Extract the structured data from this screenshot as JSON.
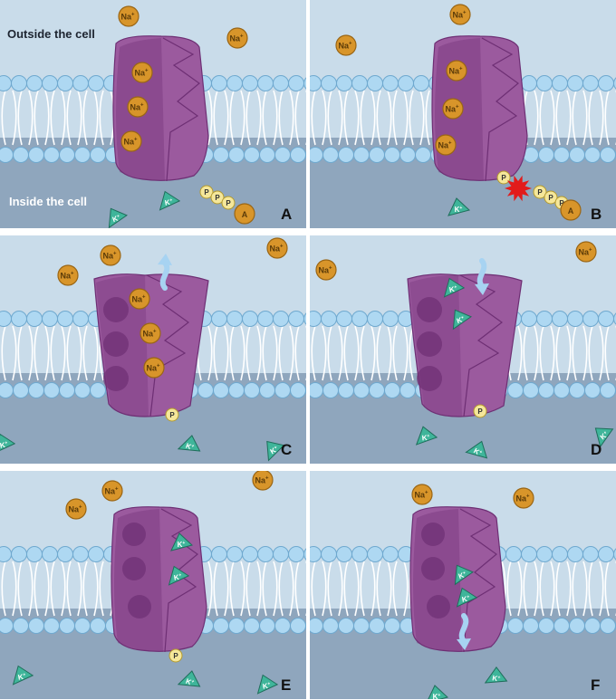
{
  "labels": {
    "outside": "Outside the cell",
    "inside": "Inside the cell"
  },
  "ion_labels": {
    "na": "Na",
    "na_charge": "+",
    "k": "K",
    "k_charge": "+",
    "phosphate": "P",
    "adenosine": "A"
  },
  "panels": [
    {
      "letter": "A"
    },
    {
      "letter": "B"
    },
    {
      "letter": "C"
    },
    {
      "letter": "D"
    },
    {
      "letter": "E"
    },
    {
      "letter": "F"
    }
  ],
  "colors": {
    "outside": "#c9dcea",
    "inside": "#8fa6bd",
    "lipid_head": "#aed8f2",
    "protein": "#9b5a9e",
    "protein_dark": "#6e2f74",
    "sodium": "#d8952a",
    "potassium": "#3fb59a",
    "phosphate": "#f5e79a",
    "burst": "#e21b1b",
    "arrow": "#a7d3f2"
  }
}
